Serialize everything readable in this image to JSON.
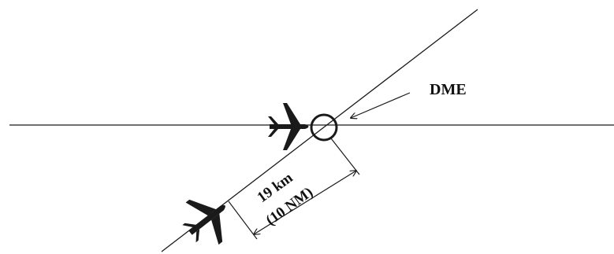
{
  "diagram": {
    "dme_label": "DME",
    "distance_km": "19 km",
    "distance_nm": "(10 NM)",
    "colors": {
      "line": "#1a1a1a",
      "aircraft": "#1a1a1a",
      "text": "#111111",
      "background": "#ffffff"
    },
    "icons": {
      "aircraft": "airplane-icon",
      "station": "dme-station-icon"
    }
  }
}
